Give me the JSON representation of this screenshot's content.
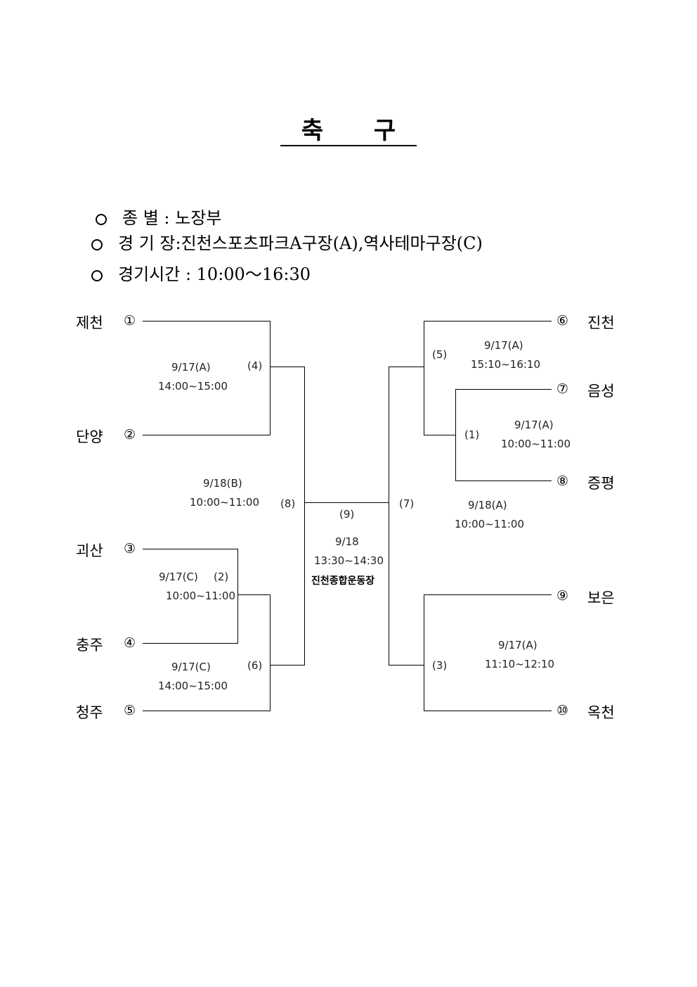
{
  "title": "축  구",
  "info": {
    "line1": "종       별 : 노장부",
    "line2": "경  기  장:진천스포츠파크A구장(A),역사테마구장(C)",
    "line3": "경기시간 :  10:00～16:30"
  },
  "left_teams": [
    {
      "name": "제천",
      "seed": "①"
    },
    {
      "name": "단양",
      "seed": "②"
    },
    {
      "name": "괴산",
      "seed": "③"
    },
    {
      "name": "충주",
      "seed": "④"
    },
    {
      "name": "청주",
      "seed": "⑤"
    }
  ],
  "right_teams": [
    {
      "name": "진천",
      "seed": "⑥"
    },
    {
      "name": "음성",
      "seed": "⑦"
    },
    {
      "name": "증평",
      "seed": "⑧"
    },
    {
      "name": "보은",
      "seed": "⑨"
    },
    {
      "name": "옥천",
      "seed": "⑩"
    }
  ],
  "matches": {
    "m1": {
      "num": "(1)",
      "date": "9/17(A)",
      "time": "10:00~11:00"
    },
    "m2": {
      "num": "(2)",
      "date": "9/17(C)",
      "time": "10:00~11:00"
    },
    "m3": {
      "num": "(3)",
      "date": "9/17(A)",
      "time": "11:10~12:10"
    },
    "m4": {
      "num": "(4)",
      "date": "9/17(A)",
      "time": "14:00~15:00"
    },
    "m5": {
      "num": "(5)",
      "date": "9/17(A)",
      "time": "15:10~16:10"
    },
    "m6": {
      "num": "(6)",
      "date": "9/17(C)",
      "time": "14:00~15:00"
    },
    "m7": {
      "num": "(7)",
      "date": "9/18(A)",
      "time": "10:00~11:00"
    },
    "m8": {
      "num": "(8)",
      "date": "9/18(B)",
      "time": "10:00~11:00"
    },
    "m9": {
      "num": "(9)",
      "date": "9/18",
      "time": "13:30~14:30",
      "venue": "진천종합운동장"
    }
  }
}
